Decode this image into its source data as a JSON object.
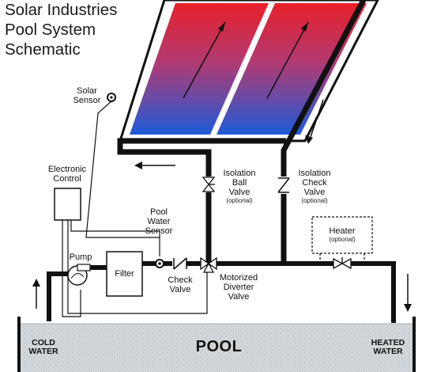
{
  "title": {
    "line1": "Solar Industries",
    "line2": "Pool System",
    "line3": "Schematic"
  },
  "labels": {
    "solar_sensor_1": "Solar",
    "solar_sensor_2": "Sensor",
    "electronic_control_1": "Electronic",
    "electronic_control_2": "Control",
    "pump": "Pump",
    "filter": "Filter",
    "pool_water_sensor_1": "Pool",
    "pool_water_sensor_2": "Water",
    "pool_water_sensor_3": "Sensor",
    "check_valve_1": "Check",
    "check_valve_2": "Valve",
    "motorized_1": "Motorized",
    "motorized_2": "Diverter",
    "motorized_3": "Valve",
    "isolation_ball_1": "Isolation",
    "isolation_ball_2": "Ball",
    "isolation_ball_3": "Valve",
    "isolation_ball_opt": "(optional)",
    "isolation_check_1": "Isolation",
    "isolation_check_2": "Check",
    "isolation_check_3": "Valve",
    "isolation_check_opt": "(optional)",
    "heater": "Heater",
    "heater_opt": "(optional)",
    "cold_water_1": "COLD",
    "cold_water_2": "WATER",
    "heated_water_1": "HEATED",
    "heated_water_2": "WATER",
    "pool": "POOL"
  },
  "colors": {
    "panel_hot": "#e8202a",
    "panel_cold": "#1e5bd8",
    "pipe": "#000000",
    "water": "#cfd3d6"
  }
}
